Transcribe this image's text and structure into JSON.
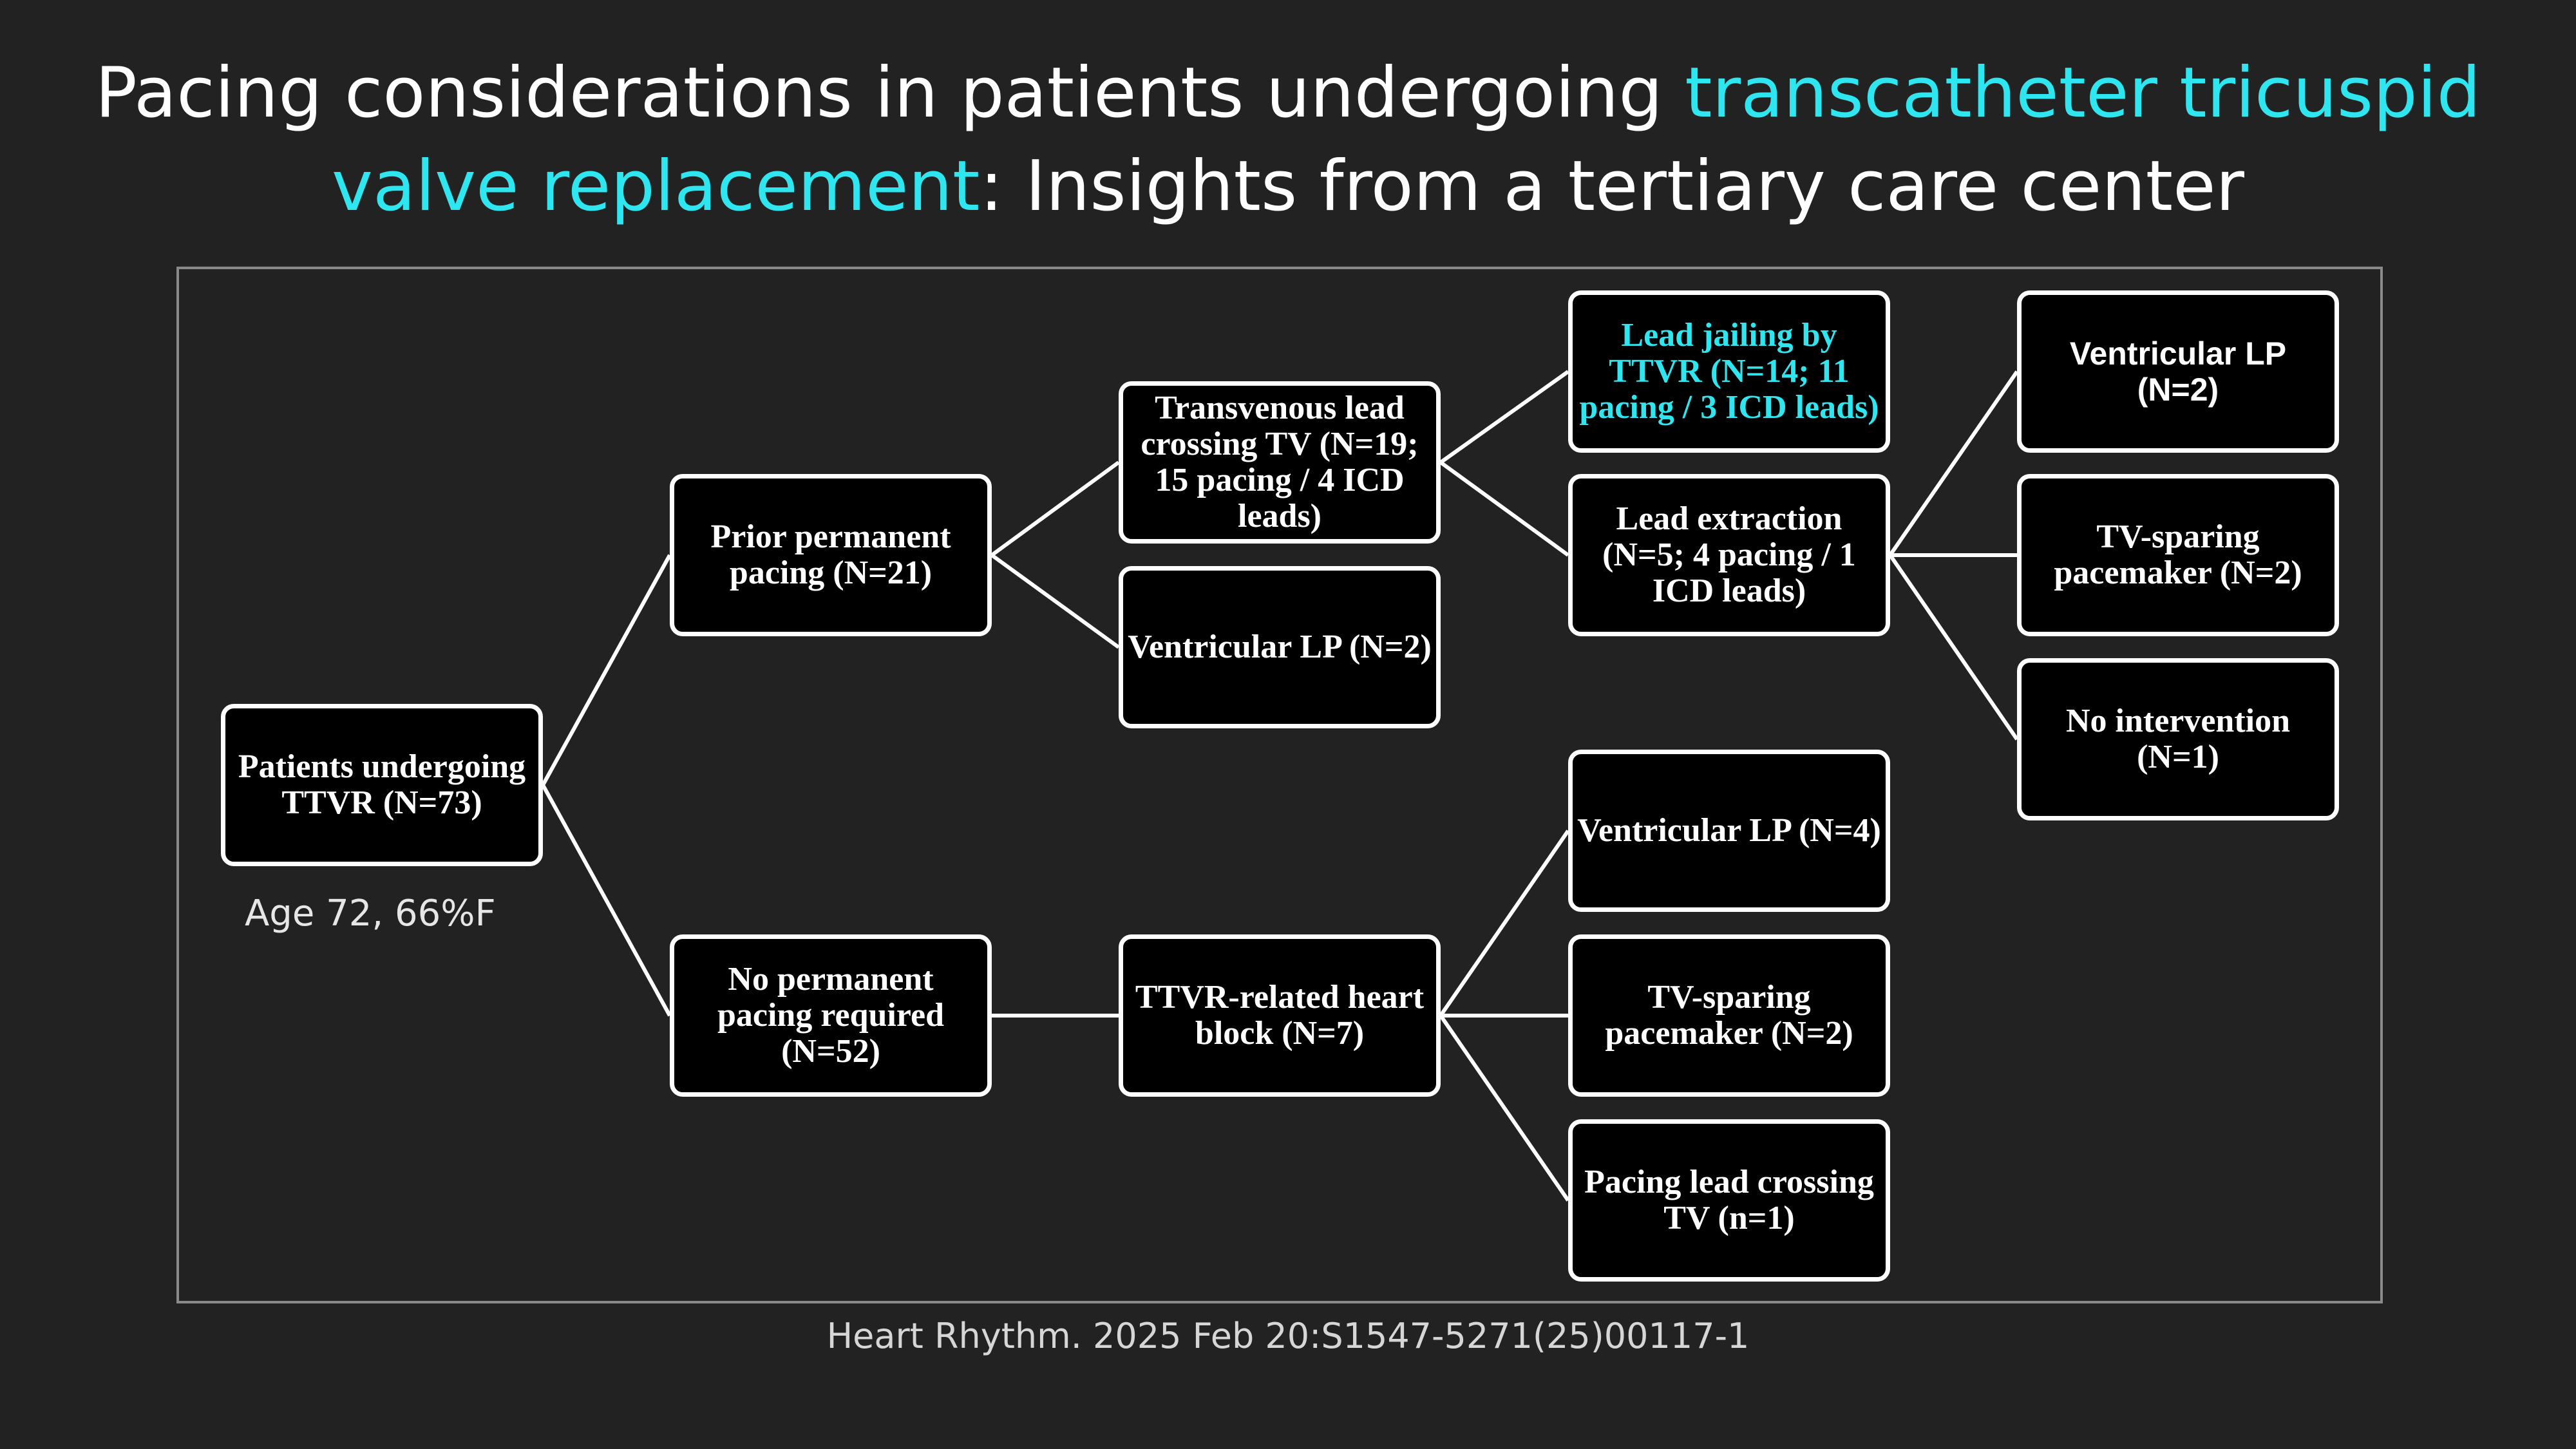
{
  "title": {
    "part1": "Pacing considerations in patients undergoing ",
    "highlight": "transcatheter tricuspid valve replacement",
    "part2": ": Insights from a tertiary care center"
  },
  "nodes": {
    "root": "Patients undergoing TTVR (N=73)",
    "prior_pacing": "Prior permanent pacing (N=21)",
    "no_pacing": "No permanent pacing required (N=52)",
    "transvenous_lead": "Transvenous lead crossing TV (N=19; 15 pacing / 4 ICD leads)",
    "ventricular_lp_2": "Ventricular LP (N=2)",
    "ttvr_heart_block": "TTVR-related heart block (N=7)",
    "lead_jailing": "Lead jailing by TTVR (N=14; 11 pacing / 3 ICD leads)",
    "lead_extraction": "Lead extraction (N=5; 4 pacing / 1 ICD leads)",
    "ventricular_lp_4": "Ventricular LP (N=4)",
    "tv_sparing_block": "TV-sparing pacemaker (N=2)",
    "pacing_lead_crossing": "Pacing lead crossing TV (n=1)",
    "extract_ventricular_lp": "Ventricular LP (N=2)",
    "extract_tv_sparing": "TV-sparing pacemaker (N=2)",
    "extract_no_intervention": "No intervention (N=1)"
  },
  "annotation": "Age 72, 66%F",
  "citation": "Heart Rhythm. 2025 Feb 20:S1547-5271(25)00117-1",
  "colors": {
    "background": "#222222",
    "highlight": "#2ee6ef",
    "node_fill": "#000000",
    "node_border": "#ffffff",
    "frame": "#8a8a8a"
  }
}
